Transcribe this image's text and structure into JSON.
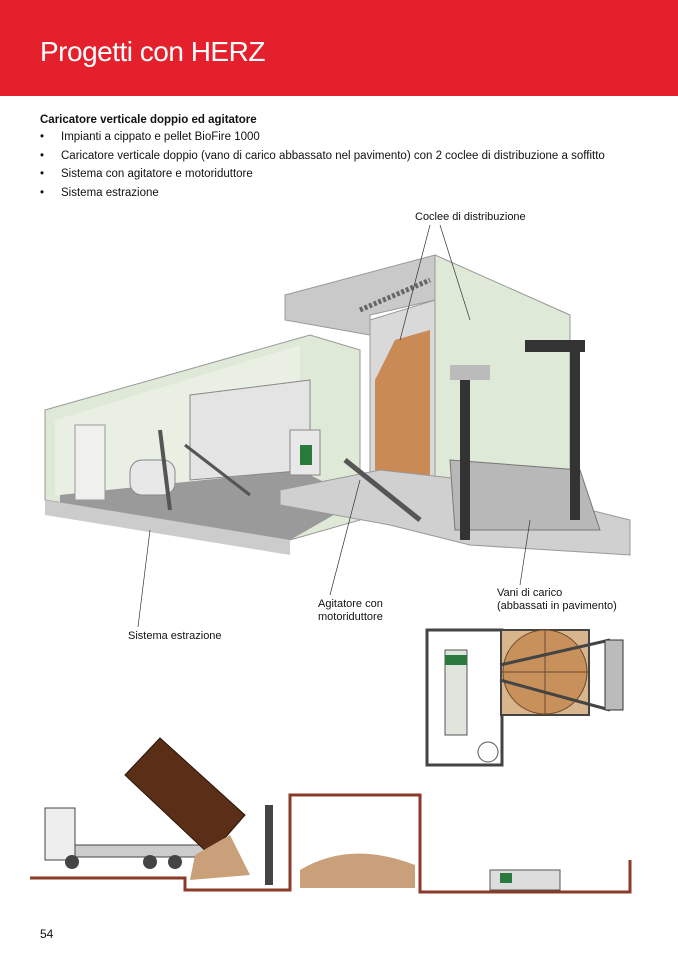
{
  "header": {
    "title": "Progetti con HERZ",
    "color": "#e3202b"
  },
  "section": {
    "title": "Caricatore verticale doppio ed agitatore",
    "bullets": [
      "Impianti a cippato e pellet BioFire 1000",
      "Caricatore verticale doppio (vano di carico abbassato nel pavimento) con 2 coclee di distribuzione a soffitto",
      "Sistema con agitatore e motoriduttore",
      "Sistema estrazione"
    ]
  },
  "labels": {
    "coclee": "Coclee di distribuzione",
    "vani_1": "Vani di carico",
    "vani_2": "(abbassati in pavimento)",
    "agitatore_1": "Agitatore con",
    "agitatore_2": "motoriduttore",
    "estrazione": "Sistema estrazione"
  },
  "page_number": "54"
}
